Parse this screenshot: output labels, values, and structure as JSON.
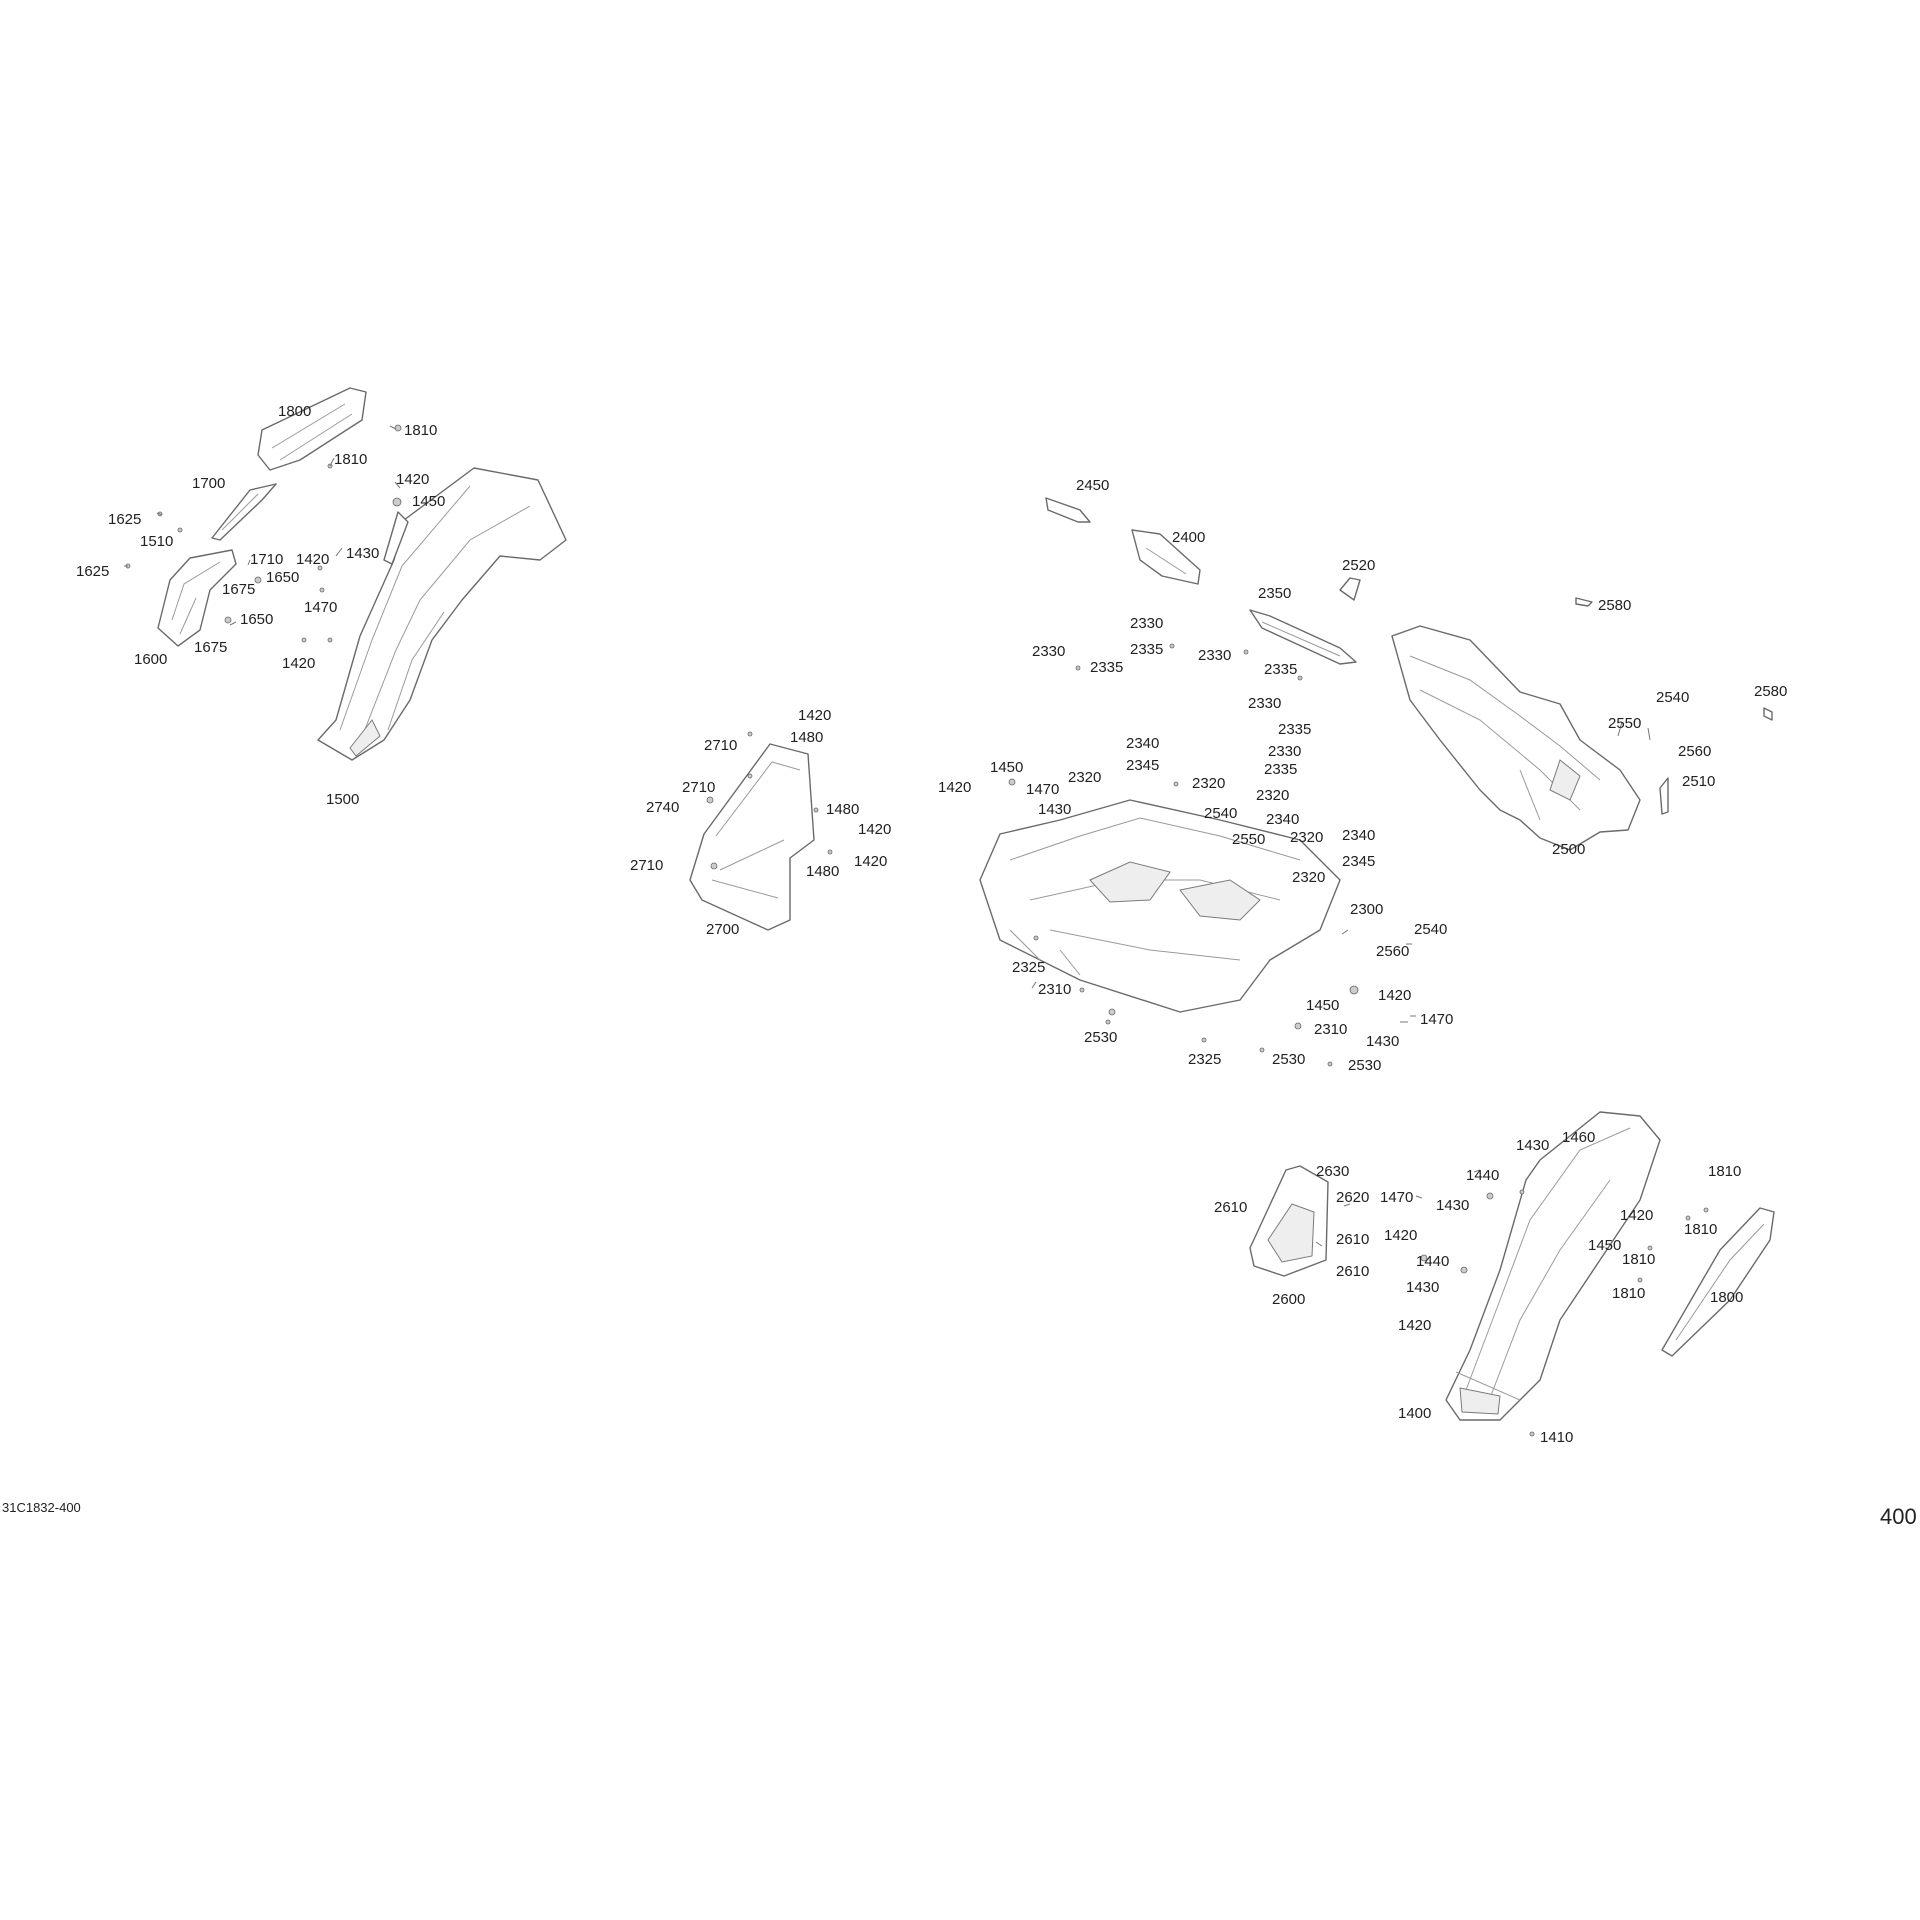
{
  "diagram": {
    "reference_code": "31C1832-400",
    "page_number": "400",
    "callouts": [
      "1800",
      "1810",
      "1810",
      "1420",
      "1450",
      "1700",
      "1625",
      "1510",
      "1625",
      "1710",
      "1650",
      "1675",
      "1420",
      "1430",
      "1470",
      "1650",
      "1675",
      "1600",
      "1420",
      "1500",
      "2450",
      "2400",
      "2520",
      "2350",
      "2580",
      "2330",
      "2335",
      "2330",
      "2335",
      "2330",
      "2335",
      "2330",
      "2335",
      "2540",
      "2550",
      "2560",
      "2580",
      "2510",
      "2500",
      "1420",
      "1480",
      "2710",
      "2710",
      "2740",
      "1480",
      "1420",
      "2710",
      "1480",
      "1420",
      "2700",
      "2340",
      "2345",
      "1450",
      "1420",
      "1470",
      "2320",
      "2320",
      "2330",
      "2335",
      "1430",
      "2320",
      "2540",
      "2340",
      "2550",
      "2320",
      "2340",
      "2345",
      "2320",
      "2300",
      "2540",
      "2560",
      "2325",
      "2310",
      "1420",
      "1450",
      "1470",
      "2310",
      "1430",
      "2530",
      "2325",
      "2530",
      "2530",
      "1430",
      "1460",
      "2630",
      "2610",
      "2620",
      "1440",
      "1470",
      "1430",
      "1810",
      "1420",
      "1420",
      "2610",
      "1810",
      "1450",
      "1440",
      "2610",
      "1810",
      "1430",
      "1810",
      "2600",
      "1800",
      "1420",
      "1400",
      "1410"
    ]
  }
}
